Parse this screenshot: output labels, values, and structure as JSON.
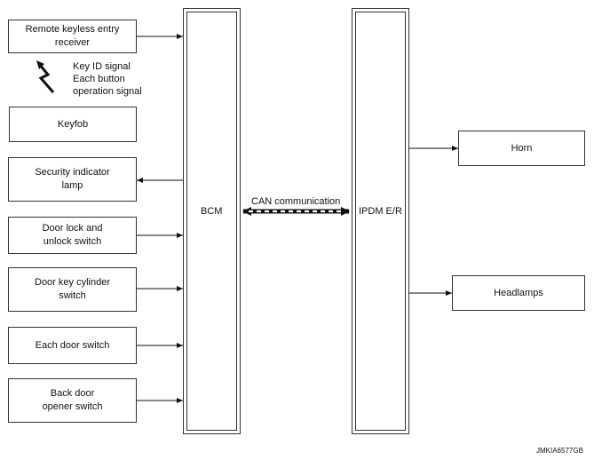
{
  "left_boxes": [
    {
      "id": "remote",
      "lines": [
        "Remote keyless entry",
        "receiver"
      ]
    },
    {
      "id": "keyfob",
      "lines": [
        "Keyfob"
      ]
    },
    {
      "id": "security",
      "lines": [
        "Security indicator",
        "lamp"
      ]
    },
    {
      "id": "doorlock",
      "lines": [
        "Door lock and",
        "unlock switch"
      ]
    },
    {
      "id": "cylinder",
      "lines": [
        "Door key cylinder",
        "switch"
      ]
    },
    {
      "id": "eachdoor",
      "lines": [
        "Each door switch"
      ]
    },
    {
      "id": "backdoor",
      "lines": [
        "Back door",
        "opener switch"
      ]
    }
  ],
  "signal_text": [
    "Key ID signal",
    "Each button",
    "operation signal"
  ],
  "bcm_label": "BCM",
  "ipdm_label": "IPDM E/R",
  "can_label": "CAN communication",
  "right_boxes": [
    {
      "id": "horn",
      "label": "Horn"
    },
    {
      "id": "headlamps",
      "label": "Headlamps"
    }
  ],
  "figure_id": "JMKIA6577GB"
}
